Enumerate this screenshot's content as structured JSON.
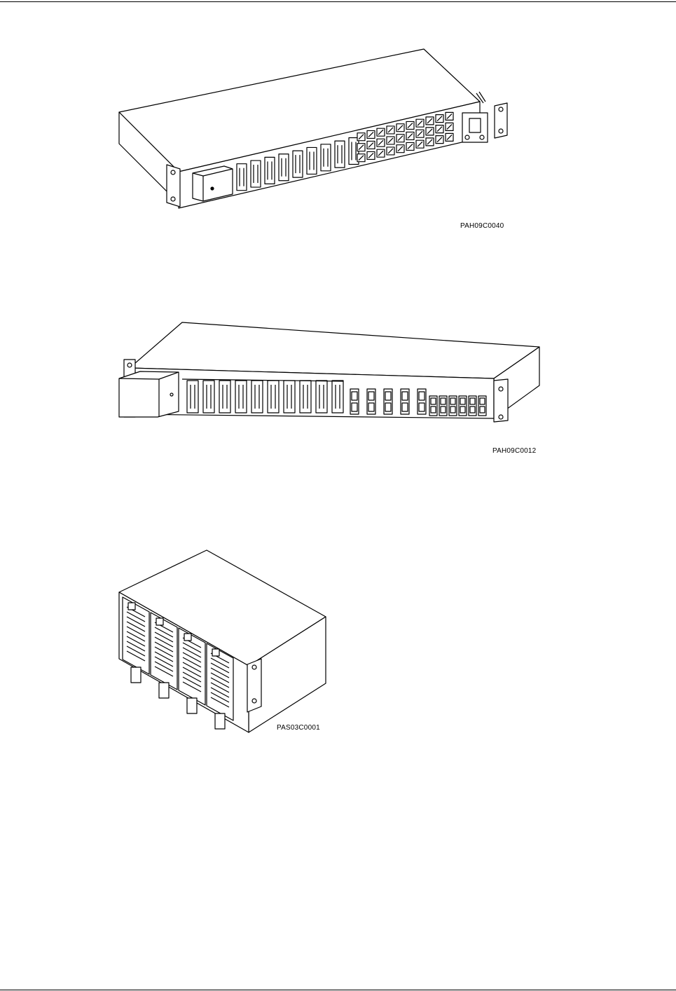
{
  "figures": [
    {
      "code": "PAH09C0040"
    },
    {
      "code": "PAH09C0012"
    },
    {
      "code": "PAS03C0001"
    }
  ],
  "colors": {
    "line": "#000000",
    "background": "#ffffff"
  }
}
